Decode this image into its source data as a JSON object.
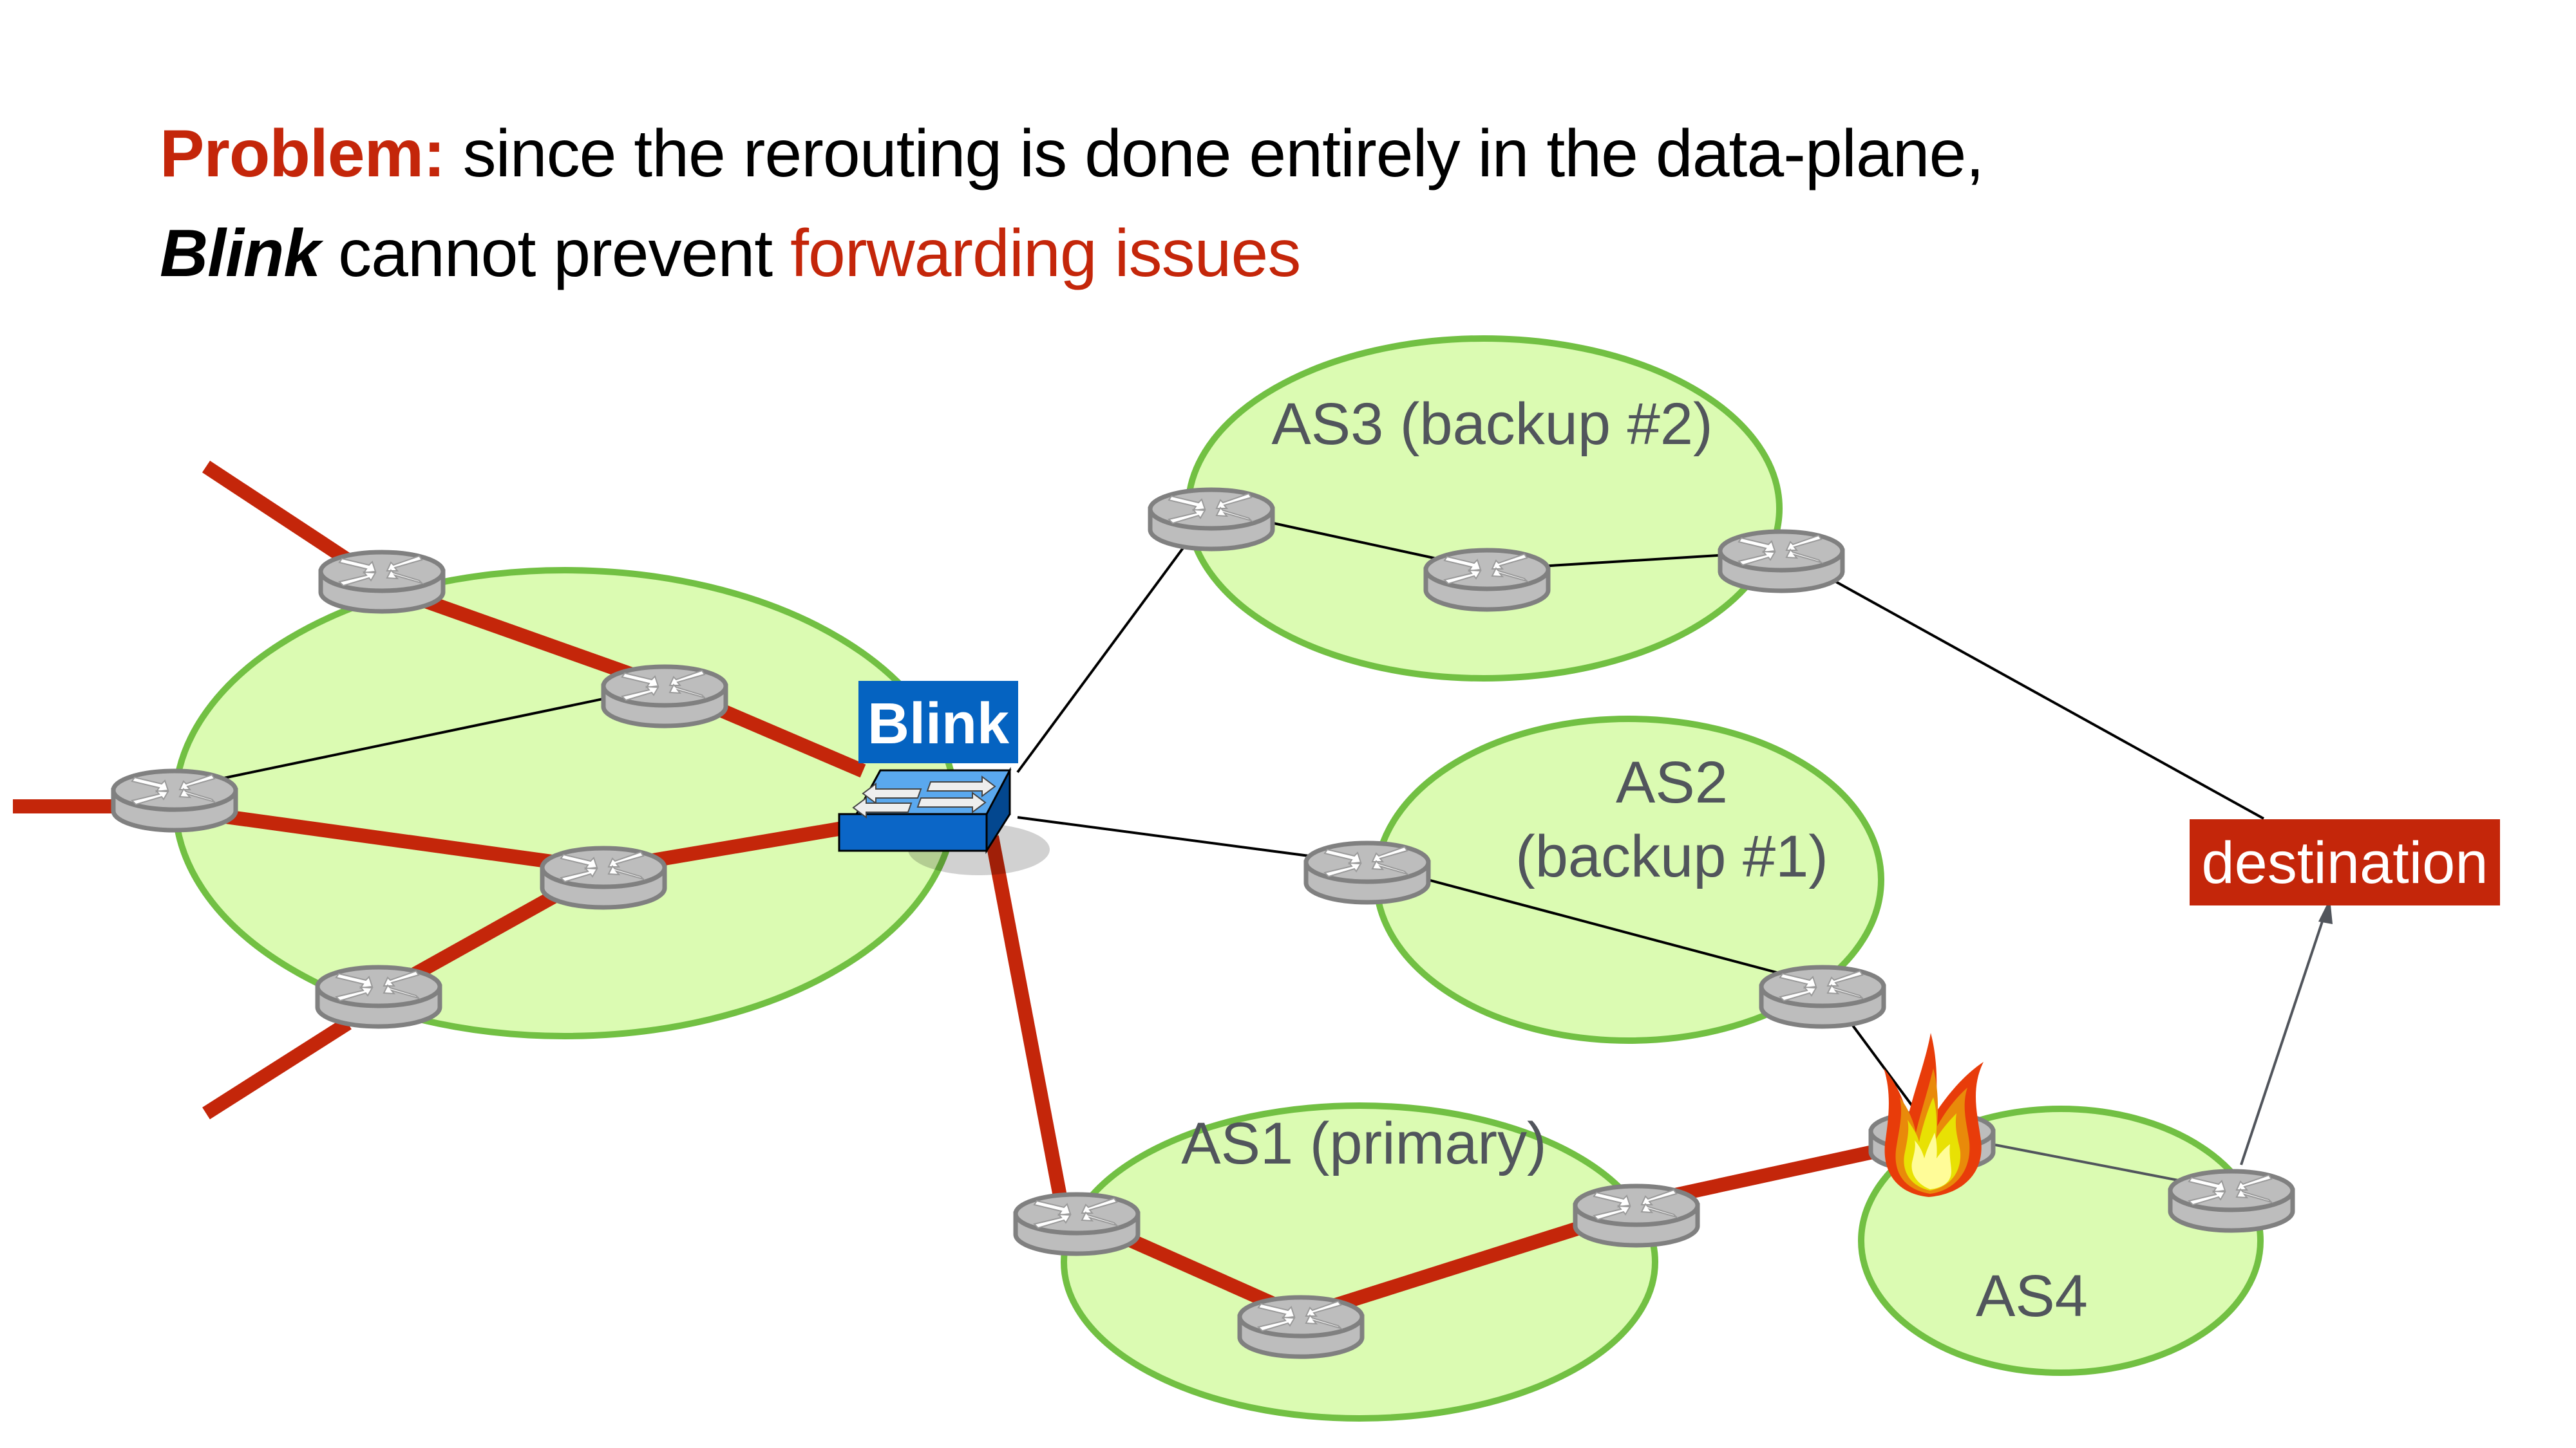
{
  "headline": {
    "line1": {
      "prefix": "Problem:",
      "text": " since the rerouting is done entirely in the data-plane,"
    },
    "line2": {
      "prefix": "Blink",
      "text": " cannot prevent ",
      "highlight": "forwarding issues"
    }
  },
  "diagram": {
    "blink_label": "Blink",
    "destination_label": "destination",
    "autonomous_systems": [
      {
        "id": "as3",
        "label": "AS3 (backup #2)"
      },
      {
        "id": "as2",
        "label_line1": "AS2",
        "label_line2": "(backup #1)"
      },
      {
        "id": "as1",
        "label": "AS1 (primary)"
      },
      {
        "id": "as4",
        "label": "AS4"
      }
    ],
    "failure_icon": "fire-icon"
  },
  "colors": {
    "accent_red": "#c4260a",
    "as_fill": "#dbfbb2",
    "as_stroke": "#72c043",
    "blink_blue": "#0563c1",
    "router_gray": "#bdbdbd",
    "label_gray": "#51555c"
  }
}
